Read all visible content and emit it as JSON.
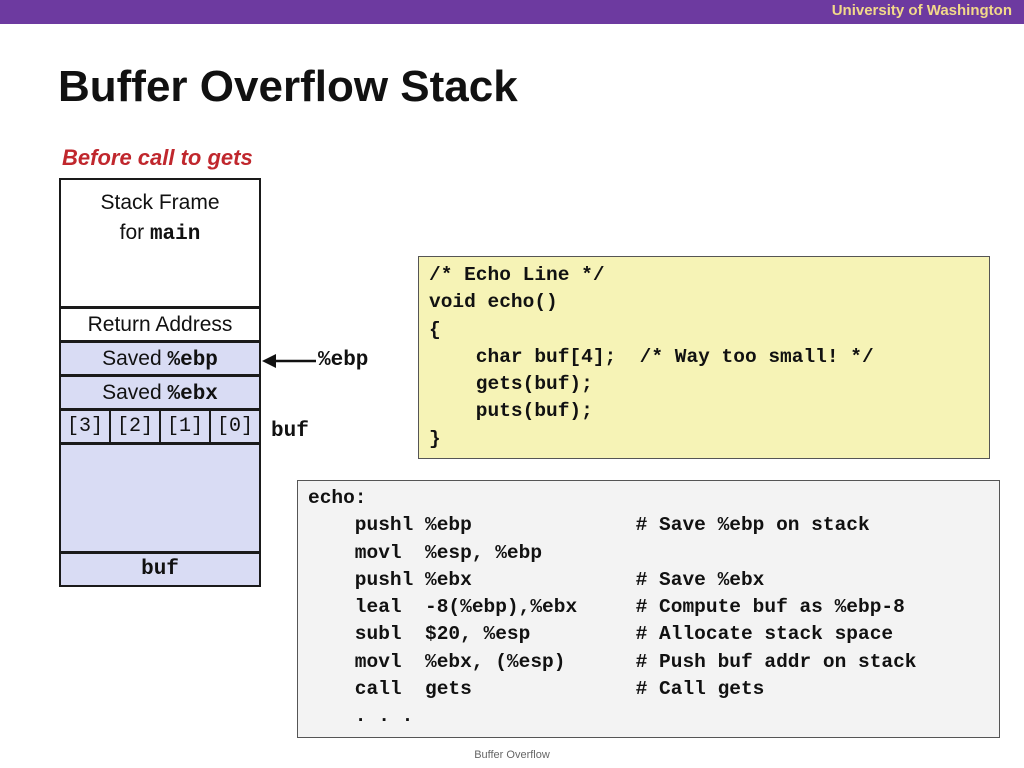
{
  "header": {
    "institution": "University of Washington",
    "accent_color": "#6d3aa0",
    "institution_color": "#f2d98a"
  },
  "slide": {
    "title": "Buffer Overflow Stack",
    "subtitle": "Before call to gets",
    "subtitle_color": "#c0272d",
    "footer": "Buffer Overflow"
  },
  "stack": {
    "frame_line1": "Stack Frame",
    "frame_line2_prefix": "for ",
    "frame_line2_code": "main",
    "return_address": "Return Address",
    "saved_ebp_prefix": "Saved ",
    "saved_ebp_code": "%ebp",
    "saved_ebx_prefix": "Saved ",
    "saved_ebx_code": "%ebx",
    "buf_bytes": [
      "[3]",
      "[2]",
      "[1]",
      "[0]"
    ],
    "buf_bottom": "buf",
    "stack_fill_color": "#d9dcf4",
    "ebp_pointer_label": "%ebp",
    "buf_label": "buf"
  },
  "c_code": {
    "lines": [
      "/* Echo Line */",
      "void echo()",
      "{",
      "    char buf[4];  /* Way too small! */",
      "    gets(buf);",
      "    puts(buf);",
      "}"
    ],
    "background": "#f6f3b6"
  },
  "asm_code": {
    "lines": [
      "echo:",
      "    pushl %ebp              # Save %ebp on stack",
      "    movl  %esp, %ebp",
      "    pushl %ebx              # Save %ebx",
      "    leal  -8(%ebp),%ebx     # Compute buf as %ebp-8",
      "    subl  $20, %esp         # Allocate stack space",
      "    movl  %ebx, (%esp)      # Push buf addr on stack",
      "    call  gets              # Call gets",
      "    . . ."
    ],
    "background": "#f3f3f3"
  }
}
